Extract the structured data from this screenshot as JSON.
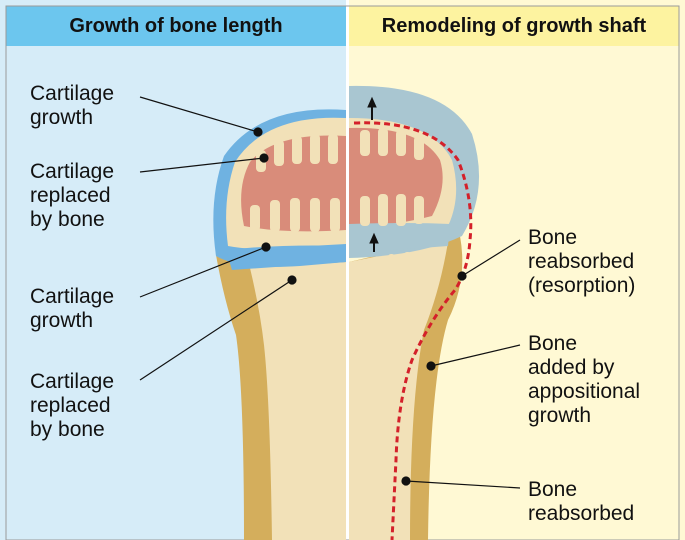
{
  "headers": {
    "left": "Growth of bone length",
    "right": "Remodeling of growth shaft"
  },
  "left_labels": [
    "Cartilage\ngrowth",
    "Cartilage\nreplaced\nby bone",
    "Cartilage\ngrowth",
    "Cartilage\nreplaced\nby bone"
  ],
  "right_labels": [
    "Bone\nreabsorbed\n(resorption)",
    "Bone\nadded by\nappositional\ngrowth",
    "Bone\nreabsorbed"
  ],
  "colors": {
    "left_header": "#6cc6ee",
    "right_header": "#fdf3a0",
    "left_panel": "#d6ecf8",
    "right_panel": "#fff9d4",
    "bone_cortex": "#d4ae5c",
    "bone_interior": "#f2e1b8",
    "cartilage_left": "#6fb2e1",
    "cartilage_right": "#a9c6d1",
    "marrow": "#d98c7a",
    "resorption_line": "#d4202a"
  }
}
